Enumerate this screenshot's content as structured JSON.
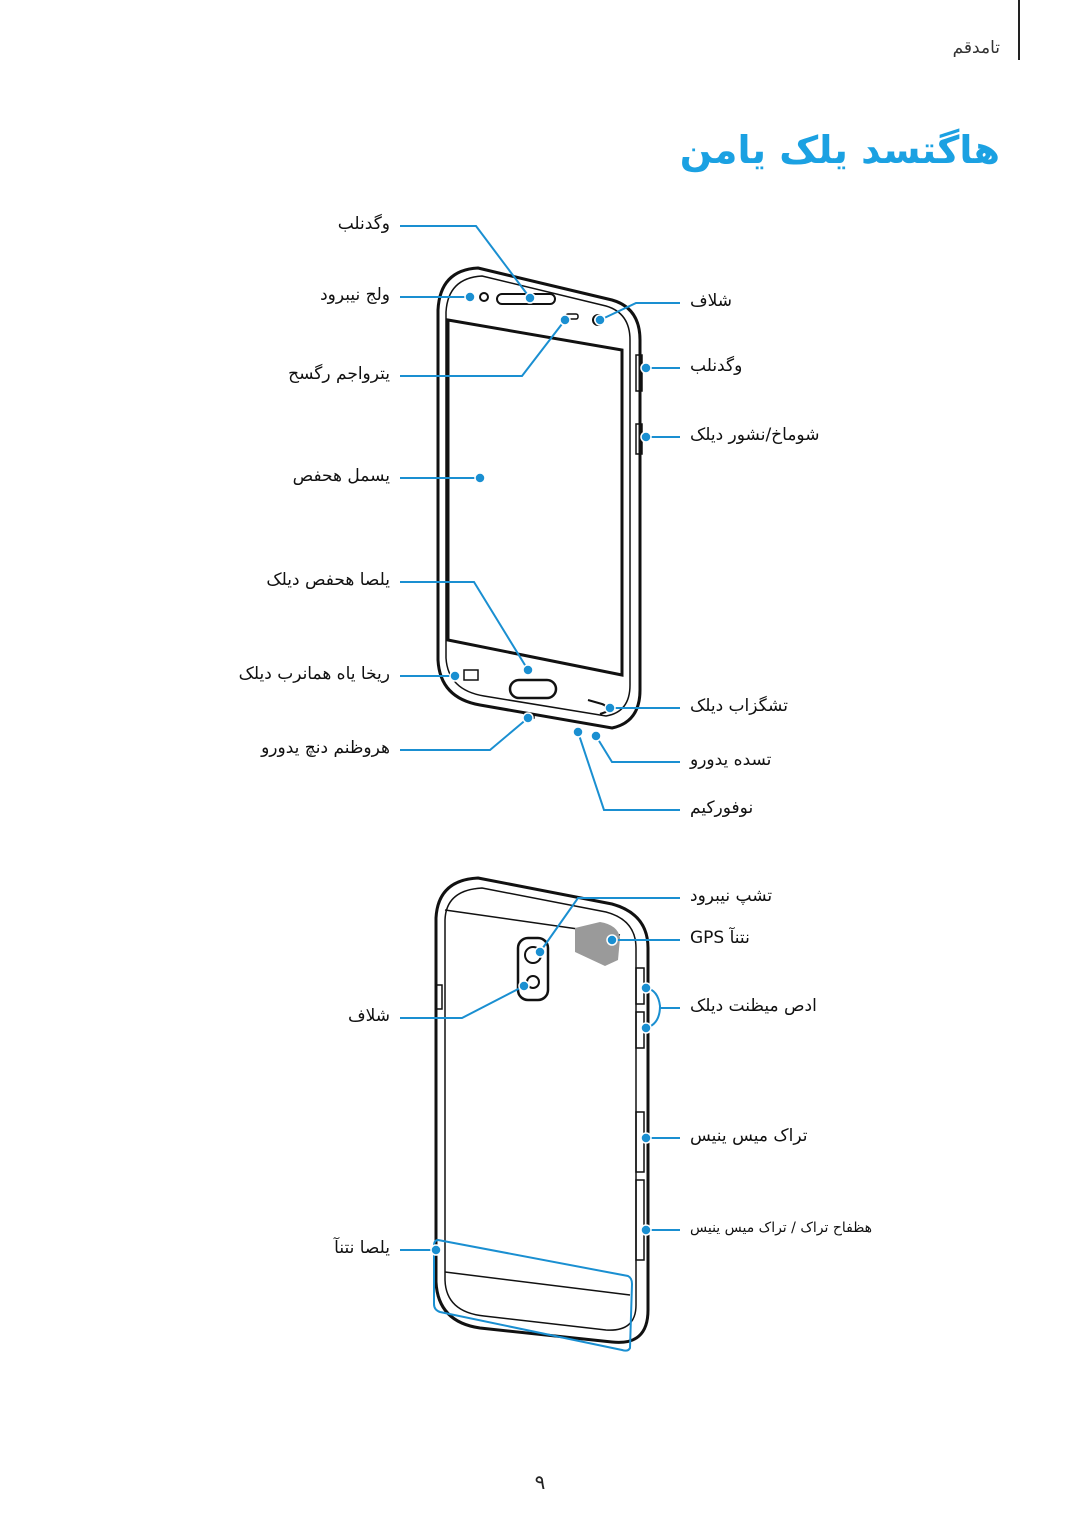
{
  "header": {
    "section": "تامدقم"
  },
  "title": "هاگتسد یلک یامن",
  "front_labels_left": [
    "وگدنلب",
    "ولج نیبرود",
    "یتروا‌جم رگسح",
    "یسمل هحفص",
    "یلصا هحفص دیلک",
    "ریخا یاه همانرب دیلک",
    "هروظنم دنچ یدورو"
  ],
  "front_labels_right": [
    "شلاف",
    "وگدنلب",
    "شوماخ/نشور دیلک",
    "تشگزاب دیلک",
    "تسده یدورو",
    "نوفورکیم"
  ],
  "back_labels_left": [
    "شلاف",
    "یلصا نتنآ"
  ],
  "back_labels_right": [
    "تشپ نیبرود",
    "GPS نتنآ",
    "ادص میظنت دیلک",
    "تراک میس ینیس",
    "هظفاح تراک / تراک میس ینیس"
  ],
  "colors": {
    "accent": "#1ba1e2",
    "callout": "#1a8fd1",
    "outline": "#111111"
  },
  "page_number": "۹"
}
